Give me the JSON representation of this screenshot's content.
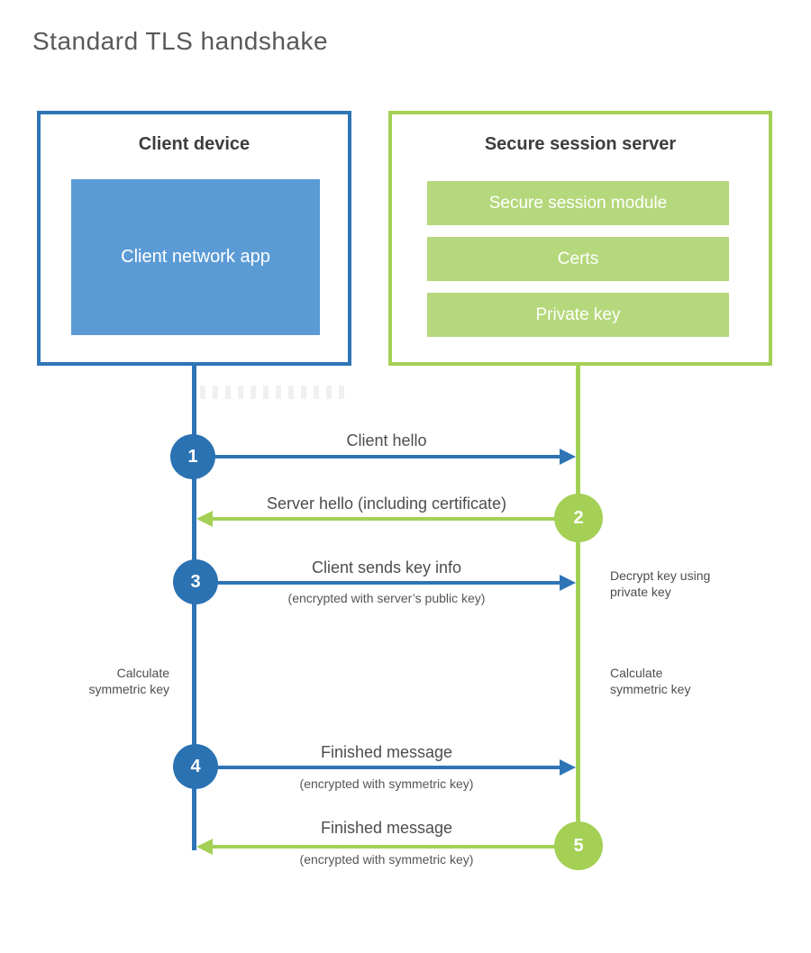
{
  "title": "Standard TLS handshake",
  "client": {
    "title": "Client device",
    "app_label": "Client network app"
  },
  "server": {
    "title": "Secure session server",
    "modules": [
      {
        "label": "Secure session module"
      },
      {
        "label": "Certs"
      },
      {
        "label": "Private key"
      }
    ]
  },
  "steps": [
    {
      "number": "1",
      "label": "Client hello",
      "sublabel": "",
      "from": "client",
      "to": "server"
    },
    {
      "number": "2",
      "label": "Server hello (including certificate)",
      "sublabel": "",
      "from": "server",
      "to": "client"
    },
    {
      "number": "3",
      "label": "Client sends key info",
      "sublabel": "(encrypted with server’s public key)",
      "from": "client",
      "to": "server"
    },
    {
      "number": "4",
      "label": "Finished message",
      "sublabel": "(encrypted with symmetric key)",
      "from": "client",
      "to": "server"
    },
    {
      "number": "5",
      "label": "Finished message",
      "sublabel": "(encrypted with symmetric key)",
      "from": "server",
      "to": "client"
    }
  ],
  "notes": {
    "decrypt": "Decrypt key using private key",
    "calculate_left": "Calculate symmetric key",
    "calculate_right": "Calculate symmetric key"
  },
  "colors": {
    "blue": "#2e75b6",
    "blue_fill": "#5b9bd5",
    "green": "#a4d056",
    "green_fill": "#b5d87c"
  }
}
